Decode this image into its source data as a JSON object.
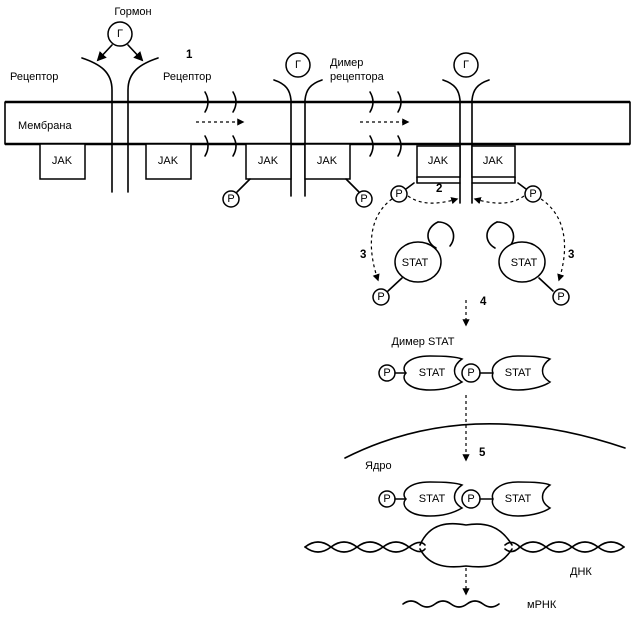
{
  "labels": {
    "hormone": "Гормон",
    "hormone_symbol": "Г",
    "receptor_left": "Рецептор",
    "receptor_right": "Рецептор",
    "dimer_line1": "Димер",
    "dimer_line2": "рецептора",
    "membrane": "Мембрана",
    "jak": "JAK",
    "phospho": "P",
    "stat": "STAT",
    "stat_dimer": "Димер STAT",
    "nucleus": "Ядро",
    "dna": "ДНК",
    "mrna": "мРНК"
  },
  "steps": [
    "1",
    "2",
    "3",
    "3",
    "4",
    "5"
  ]
}
